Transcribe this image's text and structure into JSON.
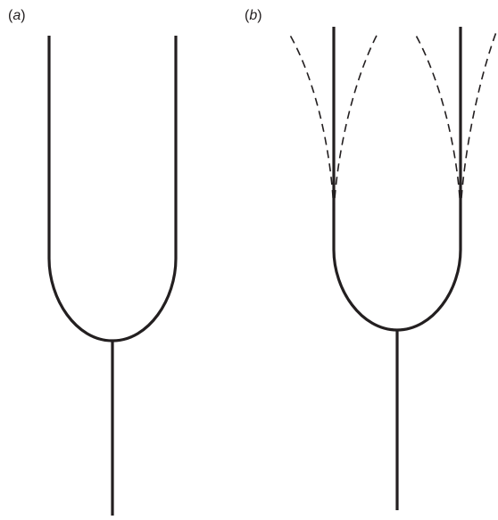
{
  "panels": [
    {
      "open": "(",
      "letter": "a",
      "close": ")"
    },
    {
      "open": "(",
      "letter": "b",
      "close": ")"
    }
  ],
  "colors": {
    "stroke": "#231f20",
    "background": "#ffffff"
  },
  "styles": {
    "solid_lines": "solid",
    "dashed_lines": "dashed"
  }
}
